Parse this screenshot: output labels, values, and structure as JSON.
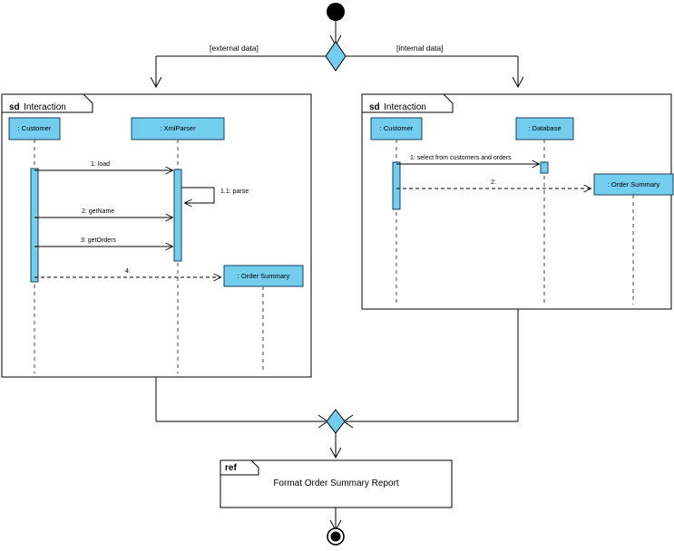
{
  "diagram": {
    "type": "uml-interaction-overview-diagram",
    "colors": {
      "fill_blue": "#73cdee",
      "stroke": "#000000",
      "lifeline_dash": "#444444",
      "background": "#ffffff"
    },
    "initial_node": {
      "name": "initial-node"
    },
    "final_node": {
      "name": "activity-final-node"
    },
    "decision_node": {
      "name": "decision-diamond"
    },
    "merge_node": {
      "name": "merge-diamond"
    },
    "guards": [
      {
        "id": "external",
        "label": "[external data]"
      },
      {
        "id": "internal",
        "label": "[internal data]"
      }
    ],
    "frames": [
      {
        "id": "left-interaction",
        "keyword": "sd",
        "name": "Interaction",
        "lifelines": [
          {
            "id": "ll-customer-left",
            "label": ": Customer"
          },
          {
            "id": "ll-xmlparser",
            "label": ": XmlParser"
          },
          {
            "id": "ll-order-summary-left",
            "label": ": Order Summary"
          }
        ],
        "messages": [
          {
            "id": "m1",
            "label": "1: load",
            "kind": "sync"
          },
          {
            "id": "m1-1",
            "label": "1.1: parse",
            "kind": "self"
          },
          {
            "id": "m2",
            "label": "2: getName",
            "kind": "sync"
          },
          {
            "id": "m3",
            "label": "3: getOrders",
            "kind": "sync"
          },
          {
            "id": "m4",
            "label": "4:",
            "kind": "create"
          }
        ]
      },
      {
        "id": "right-interaction",
        "keyword": "sd",
        "name": "Interaction",
        "lifelines": [
          {
            "id": "ll-customer-right",
            "label": ": Customer"
          },
          {
            "id": "ll-database",
            "label": ": Database"
          },
          {
            "id": "ll-order-summary-right",
            "label": ": Order Summary"
          }
        ],
        "messages": [
          {
            "id": "rm1",
            "label": "1: select from customers and orders",
            "kind": "sync"
          },
          {
            "id": "rm2",
            "label": "2:",
            "kind": "create"
          }
        ]
      },
      {
        "id": "ref-frame",
        "keyword": "ref",
        "name": "Format Order Summary Report"
      }
    ]
  }
}
